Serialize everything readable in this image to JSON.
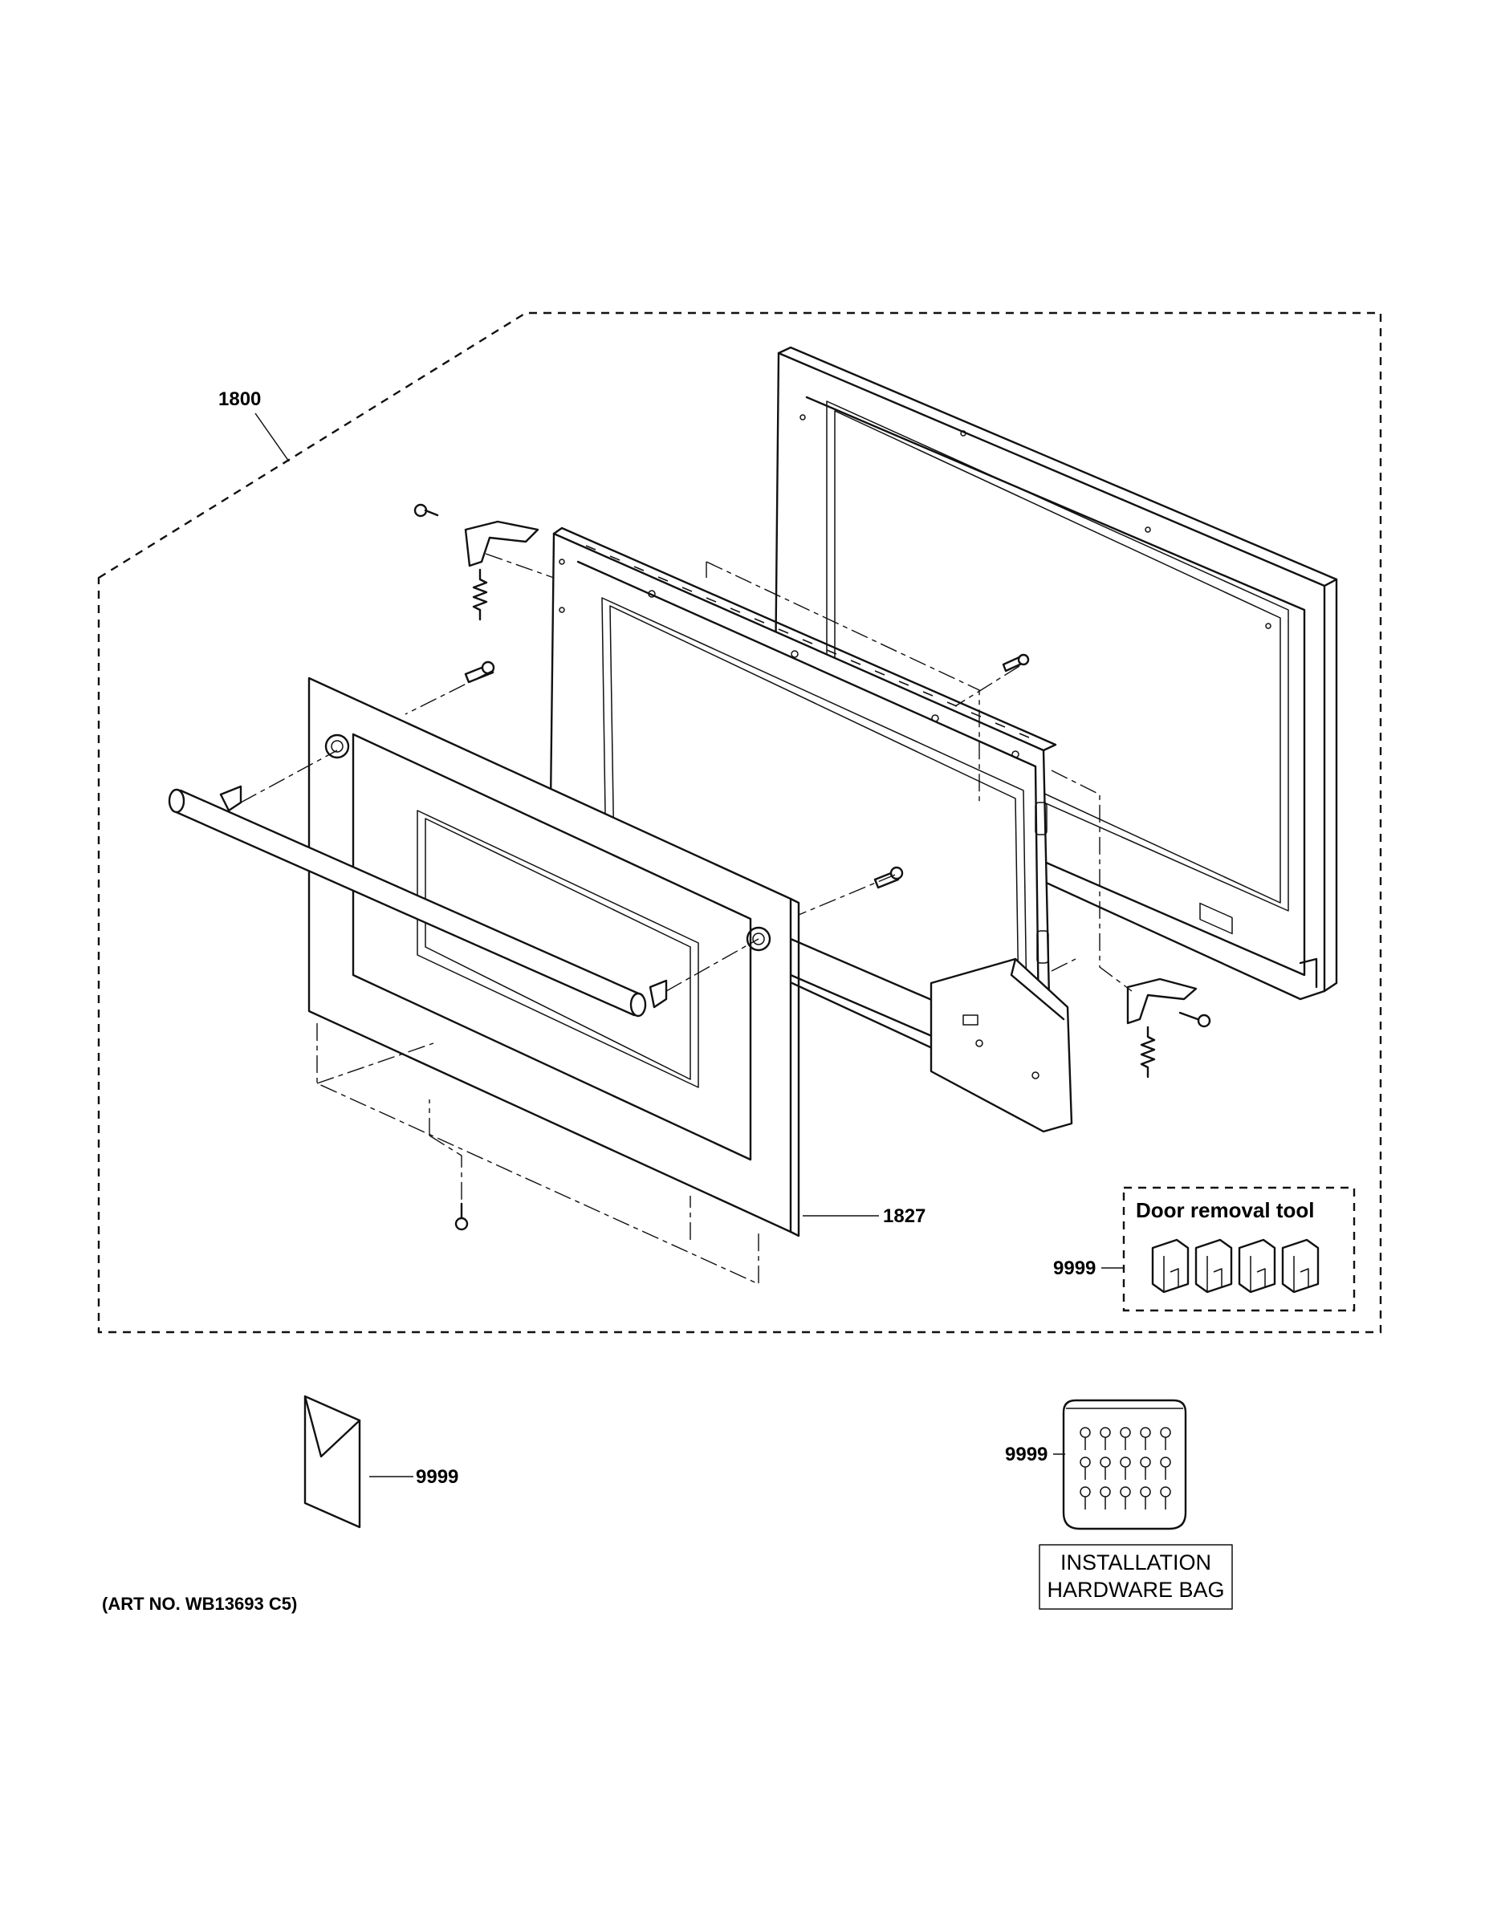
{
  "callouts": {
    "door_assembly": "1800",
    "door_panel": "1827",
    "door_removal_tool_part": "9999",
    "literature_part": "9999",
    "hardware_bag_part": "9999"
  },
  "door_removal_tool": {
    "title": "Door removal tool"
  },
  "hardware_bag": {
    "line1": "INSTALLATION",
    "line2": "HARDWARE BAG"
  },
  "art_number": "(ART NO. WB13693 C5)"
}
